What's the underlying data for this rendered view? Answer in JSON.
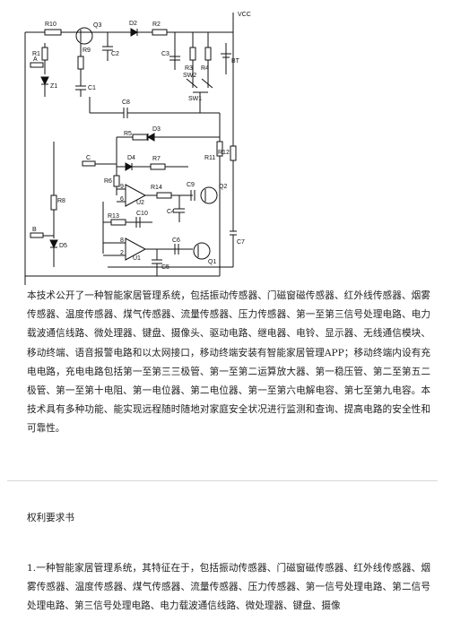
{
  "diagram": {
    "labels": {
      "vcc": "VCC",
      "r10": "R10",
      "q3": "Q3",
      "d2": "D2",
      "r2": "R2",
      "r1": "R1",
      "r9": "R9",
      "c2": "C2",
      "c3": "C3",
      "r3": "R3",
      "r4": "R4",
      "bt": "BT",
      "sw2": "SW2",
      "sw1": "SW1",
      "a": "A",
      "z1": "Z1",
      "c1": "C1",
      "c8": "C8",
      "d3": "D3",
      "r5": "R5",
      "d4": "D4",
      "r7": "R7",
      "c": "C",
      "r6": "R6",
      "r11": "R11",
      "r12": "R12",
      "r8": "R8",
      "r14": "R14",
      "c9": "C9",
      "q2": "Q2",
      "u2": "U2",
      "c4": "C4",
      "r13": "R13",
      "c10": "C10",
      "b": "B",
      "d5": "D5",
      "c6": "C6",
      "c7": "C7",
      "u1": "U1",
      "c5": "C5",
      "q1": "Q1",
      "p9": "9",
      "p6": "6",
      "p8": "8",
      "p2": "2"
    }
  },
  "abstract": {
    "text": "本技术公开了一种智能家居管理系统，包括振动传感器、门磁窗磁传感器、红外线传感器、烟雾传感器、温度传感器、煤气传感器、流量传感器、压力传感器、第一至第三信号处理电路、电力载波通信线路、微处理器、键盘、摄像头、驱动电路、继电器、电铃、显示器、无线通信模块、移动终端、语音报警电路和以太网接口，移动终端安装有智能家居管理APP；移动终端内设有充电电路，充电电路包括第一至第三三极管、第一至第二运算放大器、第一稳压管、第二至第五二极管、第一至第十电阻、第一电位器、第二电位器、第一至第六电解电容、第七至第九电容。本技术具有多种功能、能实现远程随时随地对家庭安全状况进行监测和查询、提高电路的安全性和可靠性。"
  },
  "claims": {
    "heading": "权利要求书",
    "first_claim": "1.一种智能家居管理系统，其特征在于，包括振动传感器、门磁窗磁传感器、红外线传感器、烟雾传感器、温度传感器、煤气传感器、流量传感器、压力传感器、第一信号处理电路、第二信号处理电路、第三信号处理电路、电力载波通信线路、微处理器、键盘、摄像"
  }
}
